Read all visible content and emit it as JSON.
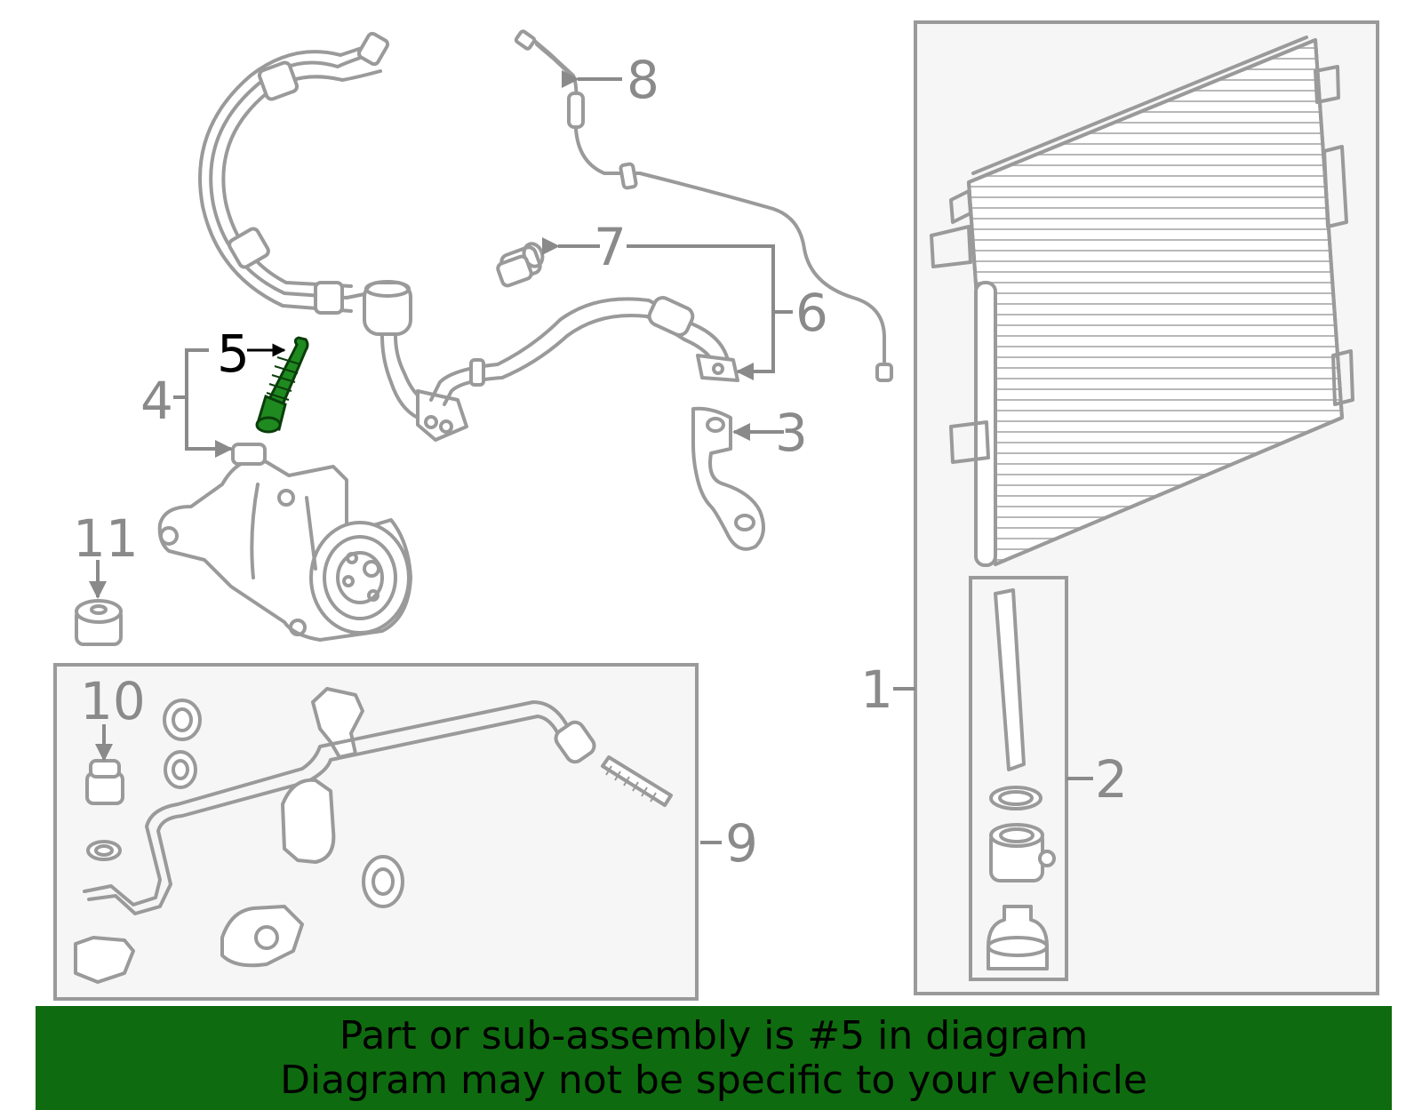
{
  "callouts": {
    "c1": "1",
    "c2": "2",
    "c3": "3",
    "c4": "4",
    "c5": "5",
    "c6": "6",
    "c7": "7",
    "c8": "8",
    "c9": "9",
    "c10": "10",
    "c11": "11"
  },
  "colors": {
    "highlight_part": "#1f8a1f",
    "banner_background": "#0f6b0f",
    "line_art": "#9a9a9a",
    "panel_fill": "#f6f6f6"
  },
  "banner": {
    "line1": "Part or sub-assembly is #5 in diagram",
    "line2": "Diagram may not be specific to your vehicle"
  }
}
